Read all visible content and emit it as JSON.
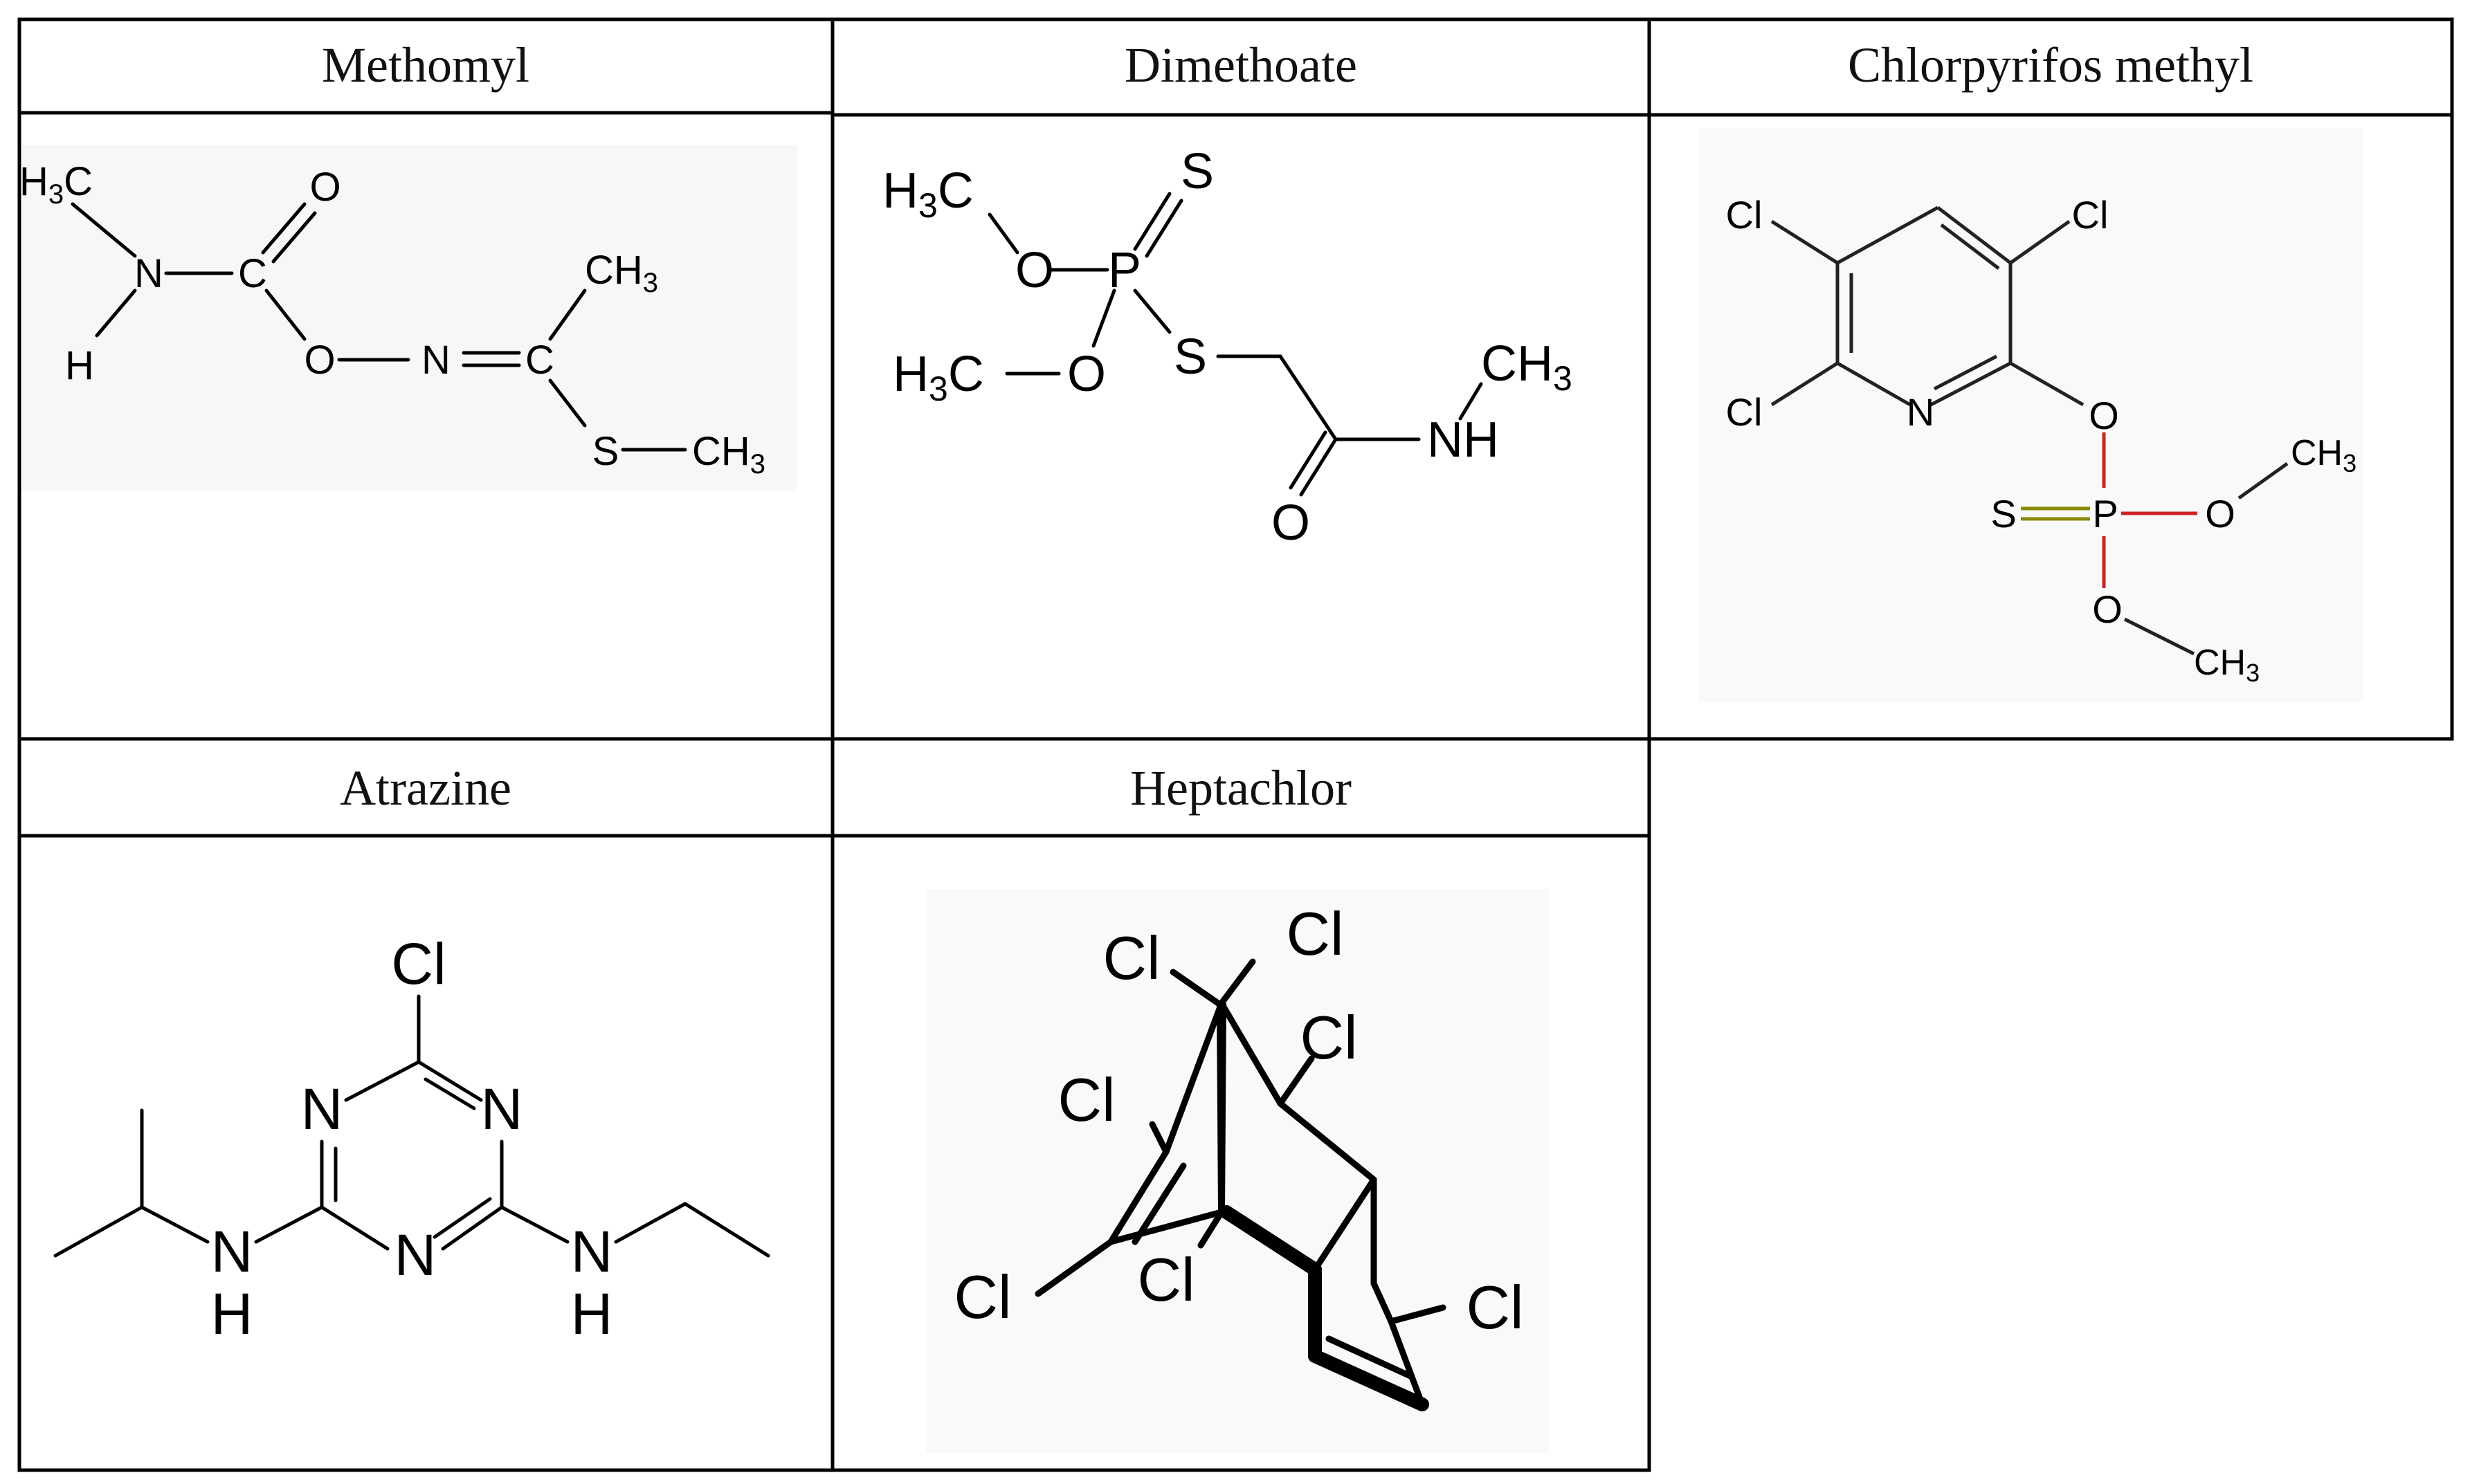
{
  "compounds": [
    {
      "id": "methomyl",
      "name": "Methomyl",
      "atoms": {
        "h3c": "H3C",
        "n": "N",
        "h": "H",
        "c_carbonyl": "C",
        "o_carbonyl": "O",
        "o_ester": "O",
        "n_oxime": "N",
        "c_oxime": "C",
        "ch3_top": "CH3",
        "s": "S",
        "ch3_s": "CH3"
      }
    },
    {
      "id": "dimethoate",
      "name": "Dimethoate",
      "atoms": {
        "h3c_top": "H3C",
        "o_top": "O",
        "p": "P",
        "s_double": "S",
        "h3c_bottom": "H3C",
        "o_bottom": "O",
        "s_thio": "S",
        "ch3": "CH3",
        "nh": "NH",
        "o_carbonyl": "O"
      }
    },
    {
      "id": "chlorpyrifos-methyl",
      "name": "Chlorpyrifos methyl",
      "colors": {
        "cl": "#2e8b2e",
        "n": "#2a2a9c",
        "o": "#cc2222",
        "p": "#b8860b",
        "s": "#8b8b00",
        "bond": "#222222"
      },
      "atoms": {
        "cl_top_left": "Cl",
        "cl_top_right": "Cl",
        "cl_bottom_left": "Cl",
        "n": "N",
        "o_link": "O",
        "s": "S",
        "p": "P",
        "o_right": "O",
        "o_bottom": "O",
        "ch3_right": "CH3",
        "ch3_bottom": "CH3"
      }
    },
    {
      "id": "atrazine",
      "name": "Atrazine",
      "atoms": {
        "cl": "Cl",
        "n_left": "N",
        "n_right": "N",
        "n_bottom": "N",
        "n_h_left": "N",
        "h_left": "H",
        "n_h_right": "N",
        "h_right": "H"
      }
    },
    {
      "id": "heptachlor",
      "name": "Heptachlor",
      "atoms": {
        "cl_1": "Cl",
        "cl_2": "Cl",
        "cl_3": "Cl",
        "cl_4": "Cl",
        "cl_5": "Cl",
        "cl_6": "Cl",
        "cl_7": "Cl"
      }
    }
  ]
}
